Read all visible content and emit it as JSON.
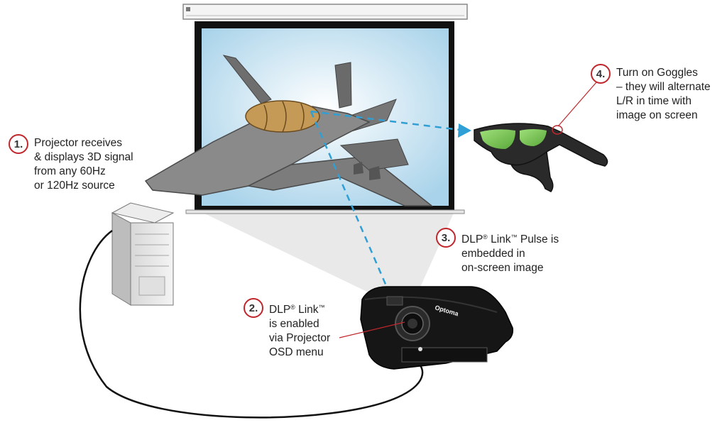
{
  "callouts": [
    {
      "num": "1.",
      "lines": [
        "Projector receives",
        "& displays 3D signal",
        "from any 60Hz",
        "or 120Hz source"
      ]
    },
    {
      "num": "2.",
      "lines": [
        "DLP® Link™",
        "is enabled",
        "via Projector",
        "OSD menu"
      ]
    },
    {
      "num": "3.",
      "lines": [
        "DLP® Link™ Pulse is",
        "embedded in",
        "on-screen image"
      ]
    },
    {
      "num": "4.",
      "lines": [
        "Turn on Goggles",
        "– they will alternate",
        "L/R in time with",
        "image on screen"
      ]
    }
  ],
  "projector": {
    "brand": "Optoma"
  },
  "colors": {
    "accent": "#c0272d",
    "beam": "#2f9fd6",
    "screen": "#cfe6f3"
  }
}
